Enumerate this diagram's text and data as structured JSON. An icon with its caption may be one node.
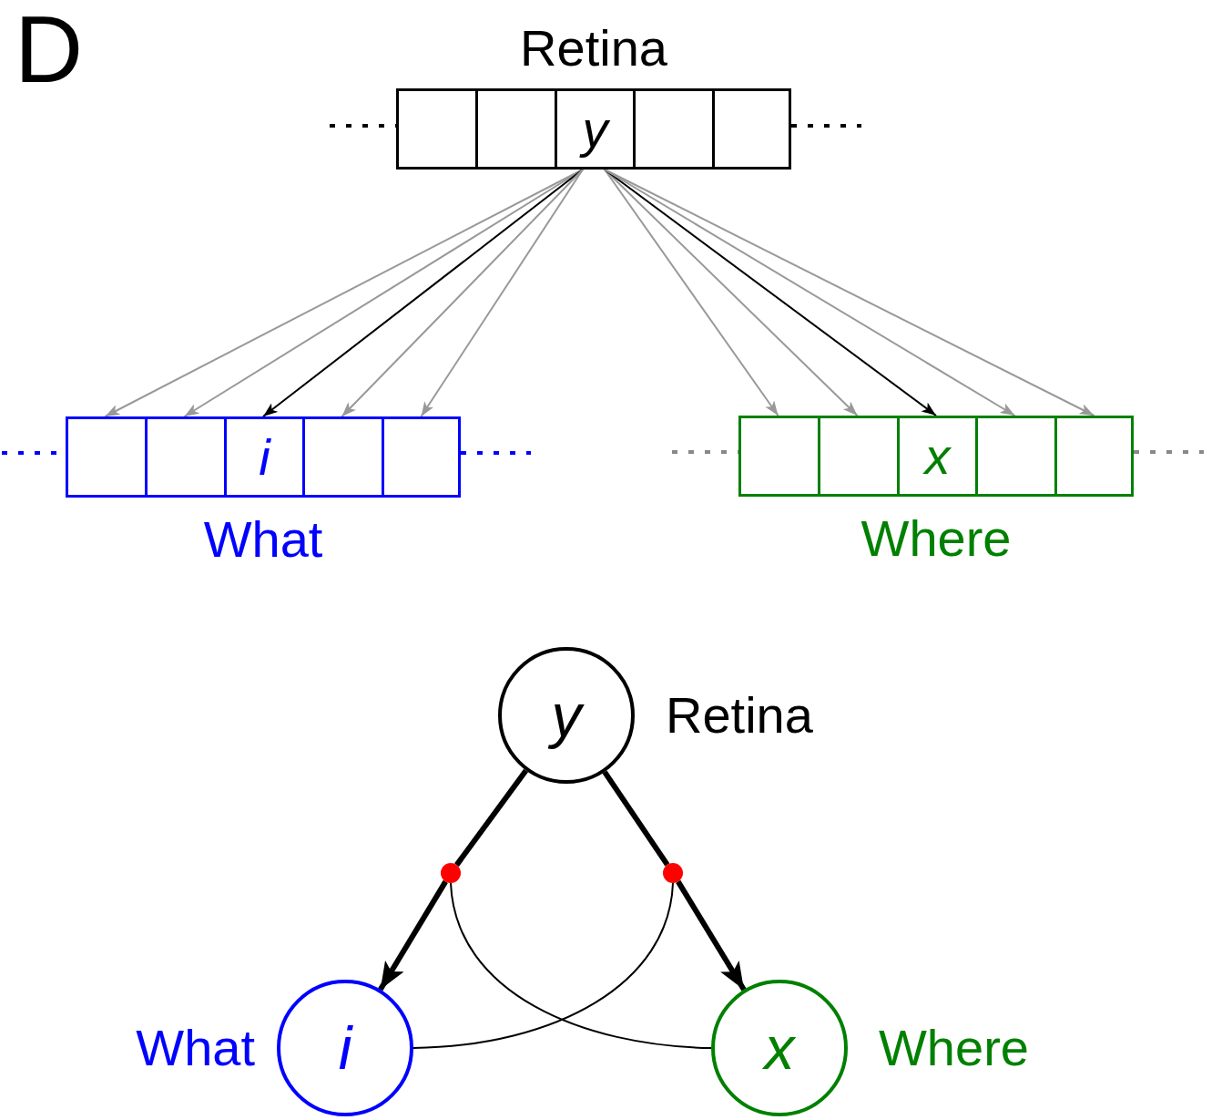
{
  "diagram": {
    "nodes": [
      {
        "text": [
          "Retina"
        ]
      },
      {
        "text": [],
        "shape": "box",
        "in": 0
      },
      {
        "text": [],
        "shape": "box",
        "in": 0
      },
      {
        "text": [
          "y"
        ],
        "in": 0
      },
      {
        "text": [],
        "shape": "box",
        "in": 0
      },
      {
        "text": [],
        "shape": "box",
        "in": 0
      },
      {
        "text": [
          "What"
        ]
      },
      {
        "text": [],
        "shape": "box",
        "in": 6
      },
      {
        "text": [],
        "shape": "box",
        "in": 6
      },
      {
        "text": [
          "i"
        ],
        "in": 6
      },
      {
        "text": [],
        "shape": "box",
        "in": 6
      },
      {
        "text": [],
        "shape": "box",
        "in": 6
      },
      {
        "text": [
          "Where"
        ]
      },
      {
        "text": [],
        "shape": "box",
        "in": 12
      },
      {
        "text": [],
        "shape": "box",
        "in": 12
      },
      {
        "text": [
          "x"
        ],
        "in": 12
      },
      {
        "text": [],
        "shape": "box",
        "in": 12
      },
      {
        "text": [],
        "shape": "box",
        "in": 12
      },
      {
        "text": [
          "y"
        ],
        "beside": [
          "Retina"
        ]
      },
      {
        "text": [],
        "shape": "circle"
      },
      {
        "text": [],
        "shape": "circle"
      },
      {
        "text": [
          "i"
        ],
        "beside": [
          "What"
        ]
      },
      {
        "text": [
          "x"
        ],
        "beside": [
          "Where"
        ]
      }
    ],
    "edges": [
      {
        "from": 3,
        "to": 7,
        "arrow": "to",
        "color": "#999999"
      },
      {
        "from": 3,
        "to": 8,
        "arrow": "to",
        "color": "#999999"
      },
      {
        "from": 3,
        "to": 9,
        "arrow": "to",
        "color": "#000000"
      },
      {
        "from": 3,
        "to": 10,
        "arrow": "to",
        "color": "#999999"
      },
      {
        "from": 3,
        "to": 11,
        "arrow": "to",
        "color": "#999999"
      },
      {
        "from": 3,
        "to": 13,
        "arrow": "to",
        "color": "#999999"
      },
      {
        "from": 3,
        "to": 14,
        "arrow": "to",
        "color": "#999999"
      },
      {
        "from": 3,
        "to": 15,
        "arrow": "to",
        "color": "#000000"
      },
      {
        "from": 3,
        "to": 16,
        "arrow": "to",
        "color": "#999999"
      },
      {
        "from": 3,
        "to": 17,
        "arrow": "to",
        "color": "#999999"
      },
      {
        "from": 18,
        "to": 19,
        "arrow": "none",
        "style": "thick",
        "color": "#000000"
      },
      {
        "from": 19,
        "to": 21,
        "arrow": "to",
        "style": "thick",
        "color": "#000000"
      },
      {
        "from": 18,
        "to": 20,
        "arrow": "none",
        "style": "thick",
        "color": "#000000"
      },
      {
        "from": 20,
        "to": 22,
        "arrow": "to",
        "style": "thick",
        "color": "#000000"
      },
      {
        "from": 19,
        "to": 22,
        "arrow": "none",
        "color": "#000000"
      },
      {
        "from": 20,
        "to": 21,
        "arrow": "none",
        "color": "#000000"
      }
    ],
    "labels": [
      "D"
    ]
  }
}
